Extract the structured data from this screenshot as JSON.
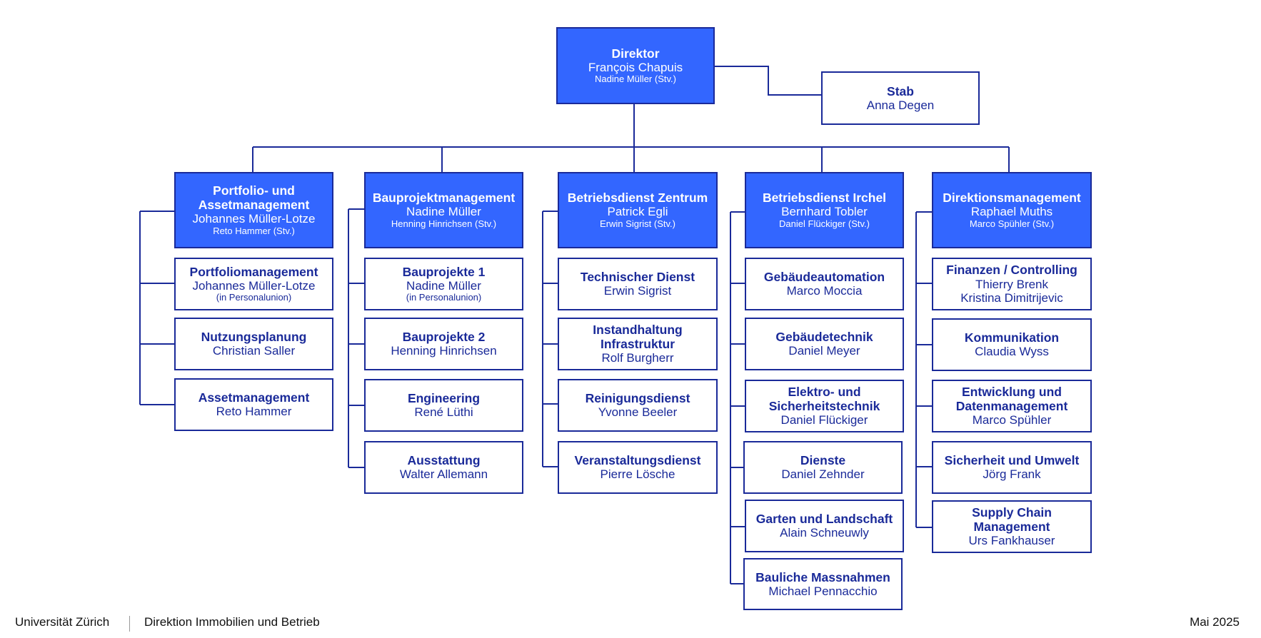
{
  "director": {
    "title": "Direktor",
    "name": "François Chapuis",
    "deputy": "Nadine Müller (Stv.)"
  },
  "stab": {
    "title": "Stab",
    "name": "Anna Degen"
  },
  "divisions": [
    {
      "title": "Portfolio- und Assetmanagement",
      "name": "Johannes Müller-Lotze",
      "deputy": "Reto Hammer (Stv.)",
      "units": [
        {
          "title": "Portfoliomanagement",
          "name": "Johannes Müller-Lotze",
          "note": "(in Personalunion)"
        },
        {
          "title": "Nutzungsplanung",
          "name": "Christian Saller"
        },
        {
          "title": "Assetmanagement",
          "name": "Reto Hammer"
        }
      ]
    },
    {
      "title": "Bauprojektmanagement",
      "name": "Nadine Müller",
      "deputy": "Henning Hinrichsen (Stv.)",
      "units": [
        {
          "title": "Bauprojekte 1",
          "name": "Nadine Müller",
          "note": "(in Personalunion)"
        },
        {
          "title": "Bauprojekte 2",
          "name": "Henning Hinrichsen"
        },
        {
          "title": "Engineering",
          "name": "René Lüthi"
        },
        {
          "title": "Ausstattung",
          "name": "Walter Allemann"
        }
      ]
    },
    {
      "title": "Betriebsdienst Zentrum",
      "name": "Patrick Egli",
      "deputy": "Erwin Sigrist (Stv.)",
      "units": [
        {
          "title": "Technischer Dienst",
          "name": "Erwin Sigrist"
        },
        {
          "title": "Instandhaltung Infrastruktur",
          "name": "Rolf Burgherr"
        },
        {
          "title": "Reinigungsdienst",
          "name": "Yvonne Beeler"
        },
        {
          "title": "Veranstaltungsdienst",
          "name": "Pierre Lösche"
        }
      ]
    },
    {
      "title": "Betriebsdienst Irchel",
      "name": "Bernhard Tobler",
      "deputy": "Daniel Flückiger (Stv.)",
      "units": [
        {
          "title": "Gebäudeautomation",
          "name": "Marco Moccia"
        },
        {
          "title": "Gebäudetechnik",
          "name": "Daniel Meyer"
        },
        {
          "title": "Elektro- und Sicherheitstechnik",
          "name": "Daniel Flückiger"
        },
        {
          "title": "Dienste",
          "name": "Daniel Zehnder"
        },
        {
          "title": "Garten und Landschaft",
          "name": "Alain Schneuwly"
        },
        {
          "title": "Bauliche Massnahmen",
          "name": "Michael Pennacchio"
        }
      ]
    },
    {
      "title": "Direktionsmanagement",
      "name": "Raphael Muths",
      "deputy": "Marco Spühler (Stv.)",
      "units": [
        {
          "title": "Finanzen / Controlling",
          "name": "Thierry Brenk",
          "name2": "Kristina Dimitrijevic"
        },
        {
          "title": "Kommunikation",
          "name": "Claudia Wyss"
        },
        {
          "title": "Entwicklung und Datenmanagement",
          "name": "Marco Spühler"
        },
        {
          "title": "Sicherheit und Umwelt",
          "name": "Jörg Frank"
        },
        {
          "title": "Supply Chain Management",
          "name": "Urs Fankhauser"
        }
      ]
    }
  ],
  "footer": {
    "university": "Universität Zürich",
    "department": "Direktion Immobilien und Betrieb",
    "date": "Mai 2025"
  },
  "colors": {
    "line": "#1a2a99",
    "head_fill": "#3366ff",
    "text": "#1a2a99"
  }
}
